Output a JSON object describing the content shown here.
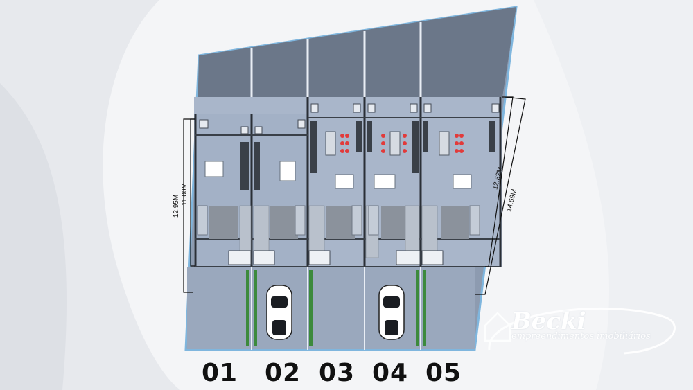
{
  "units": [
    {
      "label": "01"
    },
    {
      "label": "02"
    },
    {
      "label": "03"
    },
    {
      "label": "04"
    },
    {
      "label": "05"
    }
  ],
  "dimensions": {
    "left_outer": "12.95M",
    "left_inner": "11.00M",
    "right_inner": "12.52M",
    "right_outer": "14.69M"
  },
  "brand": {
    "name": "Becki",
    "tagline": "empreendimentos imobiliários"
  },
  "colors": {
    "background": "#f4f5f7",
    "roof": "#6b7789",
    "interior": "#a9b6ca",
    "garage": "#9aa8bd",
    "lot_outline": "#7fb6de",
    "chair_accent": "#e23a3a",
    "hedge": "#3c8a3c"
  }
}
